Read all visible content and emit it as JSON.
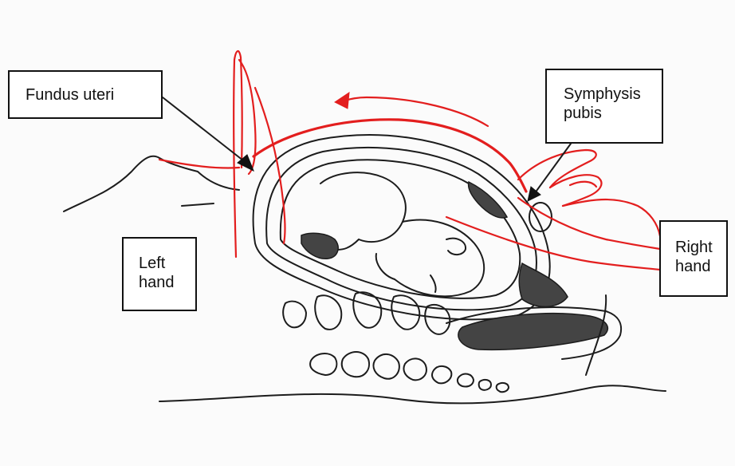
{
  "labels": {
    "fundus": {
      "line1": "Fundus uteri"
    },
    "symphysis": {
      "line1": "Symphysis",
      "line2": "pubis"
    },
    "left_hand": {
      "line1": "Left",
      "line2": "hand"
    },
    "right_hand": {
      "line1": "Right",
      "line2": "hand"
    }
  },
  "colors": {
    "hand_lines": "#e31e1e",
    "sketch_lines": "#1c1c1c",
    "label_border": "#111111"
  }
}
